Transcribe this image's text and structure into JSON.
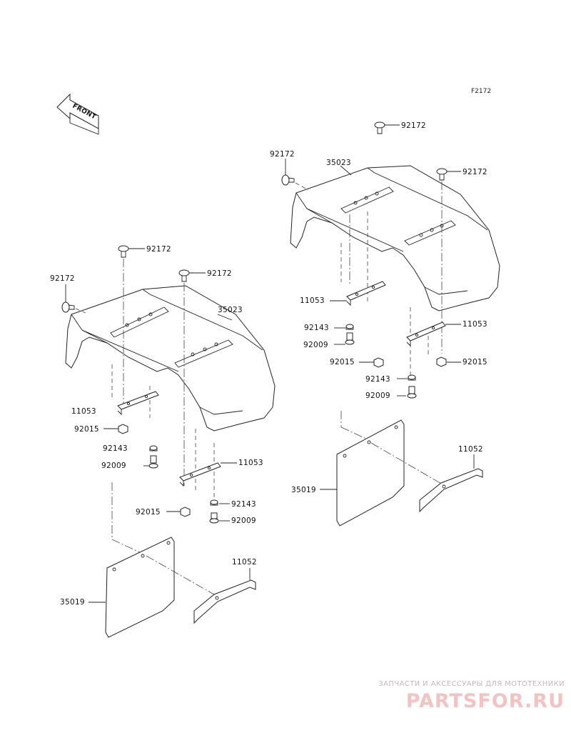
{
  "figure_code": "F2172",
  "front_label": "FRONT",
  "parts": {
    "p35023": "35023",
    "p92172": "92172",
    "p11053": "11053",
    "p92143": "92143",
    "p92009": "92009",
    "p92015": "92015",
    "p35019": "35019",
    "p11052": "11052"
  },
  "watermark": {
    "tagline": "ЗАПЧАСТИ И АКСЕССУАРЫ ДЛЯ МОТОТЕХНИКИ",
    "brand": "PARTSFOR.RU"
  }
}
